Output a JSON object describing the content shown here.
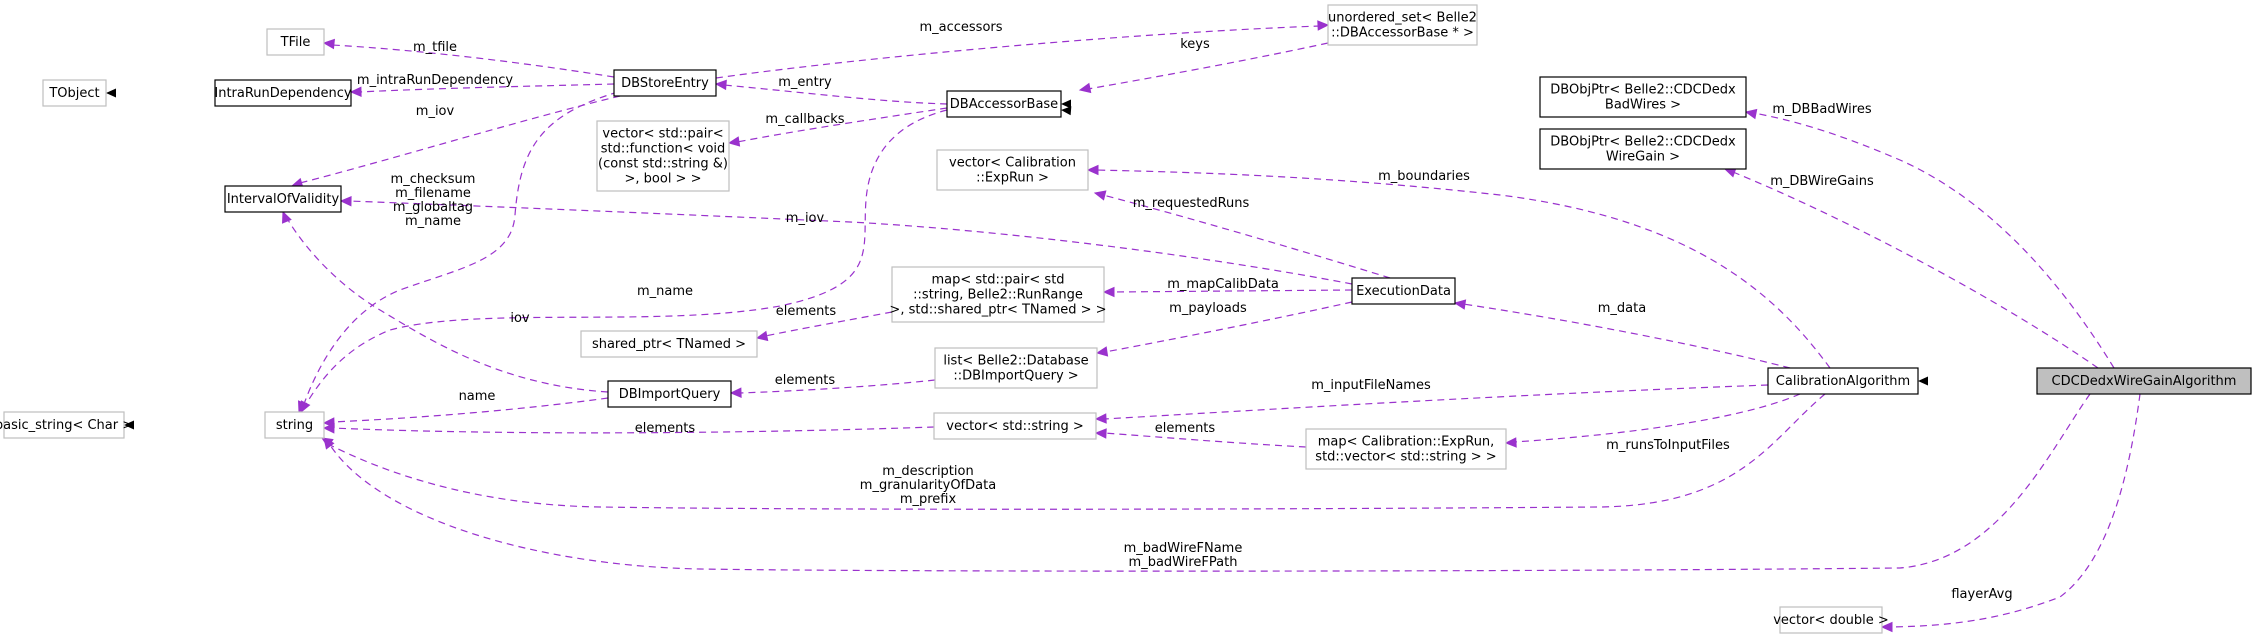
{
  "diagram": {
    "type": "collaboration-graph",
    "focus_class": "CDCDedxWireGainAlgorithm",
    "colors": {
      "usage_edge": "#9a32cd",
      "inheritance_edge": "#191970",
      "focus_fill": "#bfbfbf",
      "documented_border": "#000000",
      "external_border": "#bfbfbf"
    },
    "nodes": [
      {
        "id": "TFile",
        "kind": "external",
        "lines": [
          "TFile"
        ]
      },
      {
        "id": "TObject",
        "kind": "external",
        "lines": [
          "TObject"
        ]
      },
      {
        "id": "IntraRunDependency",
        "kind": "documented",
        "lines": [
          "IntraRunDependency"
        ]
      },
      {
        "id": "DBStoreEntry",
        "kind": "documented",
        "lines": [
          "DBStoreEntry"
        ]
      },
      {
        "id": "IntervalOfValidity",
        "kind": "documented",
        "lines": [
          "IntervalOfValidity"
        ]
      },
      {
        "id": "vector_callbacks",
        "kind": "external",
        "lines": [
          "vector< std::pair<",
          "std::function< void",
          "(const std::string &)",
          ">, bool > >"
        ]
      },
      {
        "id": "DBAccessorBase",
        "kind": "documented",
        "lines": [
          "DBAccessorBase"
        ]
      },
      {
        "id": "unordered_set",
        "kind": "external",
        "lines": [
          "unordered_set< Belle2",
          "::DBAccessorBase * >"
        ]
      },
      {
        "id": "DBObjPtr_BadWires",
        "kind": "documented",
        "lines": [
          "DBObjPtr< Belle2::CDCDedx",
          "BadWires >"
        ]
      },
      {
        "id": "DBObjPtr_WireGain",
        "kind": "documented",
        "lines": [
          "DBObjPtr< Belle2::CDCDedx",
          "WireGain >"
        ]
      },
      {
        "id": "vector_ExpRun",
        "kind": "external",
        "lines": [
          "vector< Calibration",
          "::ExpRun >"
        ]
      },
      {
        "id": "map_pair",
        "kind": "external",
        "lines": [
          "map< std::pair< std",
          "::string, Belle2::RunRange",
          ">, std::shared_ptr< TNamed > >"
        ]
      },
      {
        "id": "shared_ptr",
        "kind": "external",
        "lines": [
          "shared_ptr< TNamed >"
        ]
      },
      {
        "id": "ExecutionData",
        "kind": "documented",
        "lines": [
          "ExecutionData"
        ]
      },
      {
        "id": "list_DBImportQuery",
        "kind": "external",
        "lines": [
          "list< Belle2::Database",
          "::DBImportQuery >"
        ]
      },
      {
        "id": "DBImportQuery",
        "kind": "documented",
        "lines": [
          "DBImportQuery"
        ]
      },
      {
        "id": "basic_string",
        "kind": "external",
        "lines": [
          "basic_string< Char >"
        ]
      },
      {
        "id": "string",
        "kind": "external",
        "lines": [
          "string"
        ]
      },
      {
        "id": "vector_string",
        "kind": "external",
        "lines": [
          "vector< std::string >"
        ]
      },
      {
        "id": "map_ExpRun",
        "kind": "external",
        "lines": [
          "map< Calibration::ExpRun,",
          "std::vector< std::string > >"
        ]
      },
      {
        "id": "CalibrationAlgorithm",
        "kind": "documented",
        "lines": [
          "CalibrationAlgorithm"
        ]
      },
      {
        "id": "CDCDedxWireGainAlgorithm",
        "kind": "focus",
        "lines": [
          "CDCDedxWireGainAlgorithm"
        ]
      },
      {
        "id": "vector_double",
        "kind": "external",
        "lines": [
          "vector< double >"
        ]
      }
    ],
    "edges": [
      {
        "id": "e-tfile",
        "kind": "usage",
        "from": "DBStoreEntry",
        "to": "TFile",
        "labels": [
          "m_tfile"
        ]
      },
      {
        "id": "e-intrarun",
        "kind": "usage",
        "from": "DBStoreEntry",
        "to": "IntraRunDependency",
        "labels": [
          "m_intraRunDependency"
        ]
      },
      {
        "id": "e-intrarun-tobject",
        "kind": "inheritance",
        "from": "IntraRunDependency",
        "to": "TObject",
        "labels": []
      },
      {
        "id": "e-dbse-iov",
        "kind": "usage",
        "from": "DBStoreEntry",
        "to": "IntervalOfValidity",
        "labels": [
          "m_iov"
        ]
      },
      {
        "id": "e-dbse-string",
        "kind": "usage",
        "from": "DBStoreEntry",
        "to": "string",
        "labels": [
          "m_checksum",
          "m_filename",
          "m_globaltag",
          "m_name"
        ]
      },
      {
        "id": "e-accessors",
        "kind": "usage",
        "from": "DBStoreEntry",
        "to": "unordered_set",
        "labels": [
          "m_accessors"
        ]
      },
      {
        "id": "e-keys",
        "kind": "usage",
        "from": "unordered_set",
        "to": "DBAccessorBase",
        "labels": [
          "keys"
        ]
      },
      {
        "id": "e-entry",
        "kind": "usage",
        "from": "DBAccessorBase",
        "to": "DBStoreEntry",
        "labels": [
          "m_entry"
        ]
      },
      {
        "id": "e-callbacks",
        "kind": "usage",
        "from": "DBAccessorBase",
        "to": "vector_callbacks",
        "labels": [
          "m_callbacks"
        ]
      },
      {
        "id": "e-dbab-string",
        "kind": "usage",
        "from": "DBAccessorBase",
        "to": "string",
        "labels": [
          "m_name"
        ]
      },
      {
        "id": "e-badwires-inherit",
        "kind": "inheritance",
        "from": "DBObjPtr_BadWires",
        "to": "DBAccessorBase",
        "labels": []
      },
      {
        "id": "e-wiregain-inherit",
        "kind": "inheritance",
        "from": "DBObjPtr_WireGain",
        "to": "DBAccessorBase",
        "labels": []
      },
      {
        "id": "e-ed-iov",
        "kind": "usage",
        "from": "ExecutionData",
        "to": "IntervalOfValidity",
        "labels": [
          "m_iov"
        ]
      },
      {
        "id": "e-requestedruns",
        "kind": "usage",
        "from": "ExecutionData",
        "to": "vector_ExpRun",
        "labels": [
          "m_requestedRuns"
        ]
      },
      {
        "id": "e-boundaries",
        "kind": "usage",
        "from": "CalibrationAlgorithm",
        "to": "vector_ExpRun",
        "labels": [
          "m_boundaries"
        ]
      },
      {
        "id": "e-mapcalib",
        "kind": "usage",
        "from": "ExecutionData",
        "to": "map_pair",
        "labels": [
          "m_mapCalibData"
        ]
      },
      {
        "id": "e-map-shared",
        "kind": "usage",
        "from": "map_pair",
        "to": "shared_ptr",
        "labels": [
          "elements"
        ]
      },
      {
        "id": "e-payloads",
        "kind": "usage",
        "from": "ExecutionData",
        "to": "list_DBImportQuery",
        "labels": [
          "m_payloads"
        ]
      },
      {
        "id": "e-list-dbiq",
        "kind": "usage",
        "from": "list_DBImportQuery",
        "to": "DBImportQuery",
        "labels": [
          "elements"
        ]
      },
      {
        "id": "e-dbiq-iov",
        "kind": "usage",
        "from": "DBImportQuery",
        "to": "IntervalOfValidity",
        "labels": [
          "iov"
        ]
      },
      {
        "id": "e-dbiq-string",
        "kind": "usage",
        "from": "DBImportQuery",
        "to": "string",
        "labels": [
          "name"
        ]
      },
      {
        "id": "e-string-basic",
        "kind": "inheritance",
        "from": "string",
        "to": "basic_string",
        "labels": []
      },
      {
        "id": "e-vs-string",
        "kind": "usage",
        "from": "vector_string",
        "to": "string",
        "labels": [
          "elements"
        ]
      },
      {
        "id": "e-mapexp-vs",
        "kind": "usage",
        "from": "map_ExpRun",
        "to": "vector_string",
        "labels": [
          "elements"
        ]
      },
      {
        "id": "e-inputfiles",
        "kind": "usage",
        "from": "CalibrationAlgorithm",
        "to": "vector_string",
        "labels": [
          "m_inputFileNames"
        ]
      },
      {
        "id": "e-runstoinput",
        "kind": "usage",
        "from": "CalibrationAlgorithm",
        "to": "map_ExpRun",
        "labels": [
          "m_runsToInputFiles"
        ]
      },
      {
        "id": "e-data",
        "kind": "usage",
        "from": "CalibrationAlgorithm",
        "to": "ExecutionData",
        "labels": [
          "m_data"
        ]
      },
      {
        "id": "e-ca-string",
        "kind": "usage",
        "from": "CalibrationAlgorithm",
        "to": "string",
        "labels": [
          "m_description",
          "m_granularityOfData",
          "m_prefix"
        ]
      },
      {
        "id": "e-focus-inherit",
        "kind": "inheritance",
        "from": "CDCDedxWireGainAlgorithm",
        "to": "CalibrationAlgorithm",
        "labels": []
      },
      {
        "id": "e-dbbadwires",
        "kind": "usage",
        "from": "CDCDedxWireGainAlgorithm",
        "to": "DBObjPtr_BadWires",
        "labels": [
          "m_DBBadWires"
        ]
      },
      {
        "id": "e-dbwiregains",
        "kind": "usage",
        "from": "CDCDedxWireGainAlgorithm",
        "to": "DBObjPtr_WireGain",
        "labels": [
          "m_DBWireGains"
        ]
      },
      {
        "id": "e-focus-string",
        "kind": "usage",
        "from": "CDCDedxWireGainAlgorithm",
        "to": "string",
        "labels": [
          "m_badWireFName",
          "m_badWireFPath"
        ]
      },
      {
        "id": "e-flayeravg",
        "kind": "usage",
        "from": "CDCDedxWireGainAlgorithm",
        "to": "vector_double",
        "labels": [
          "flayerAvg"
        ]
      }
    ]
  }
}
